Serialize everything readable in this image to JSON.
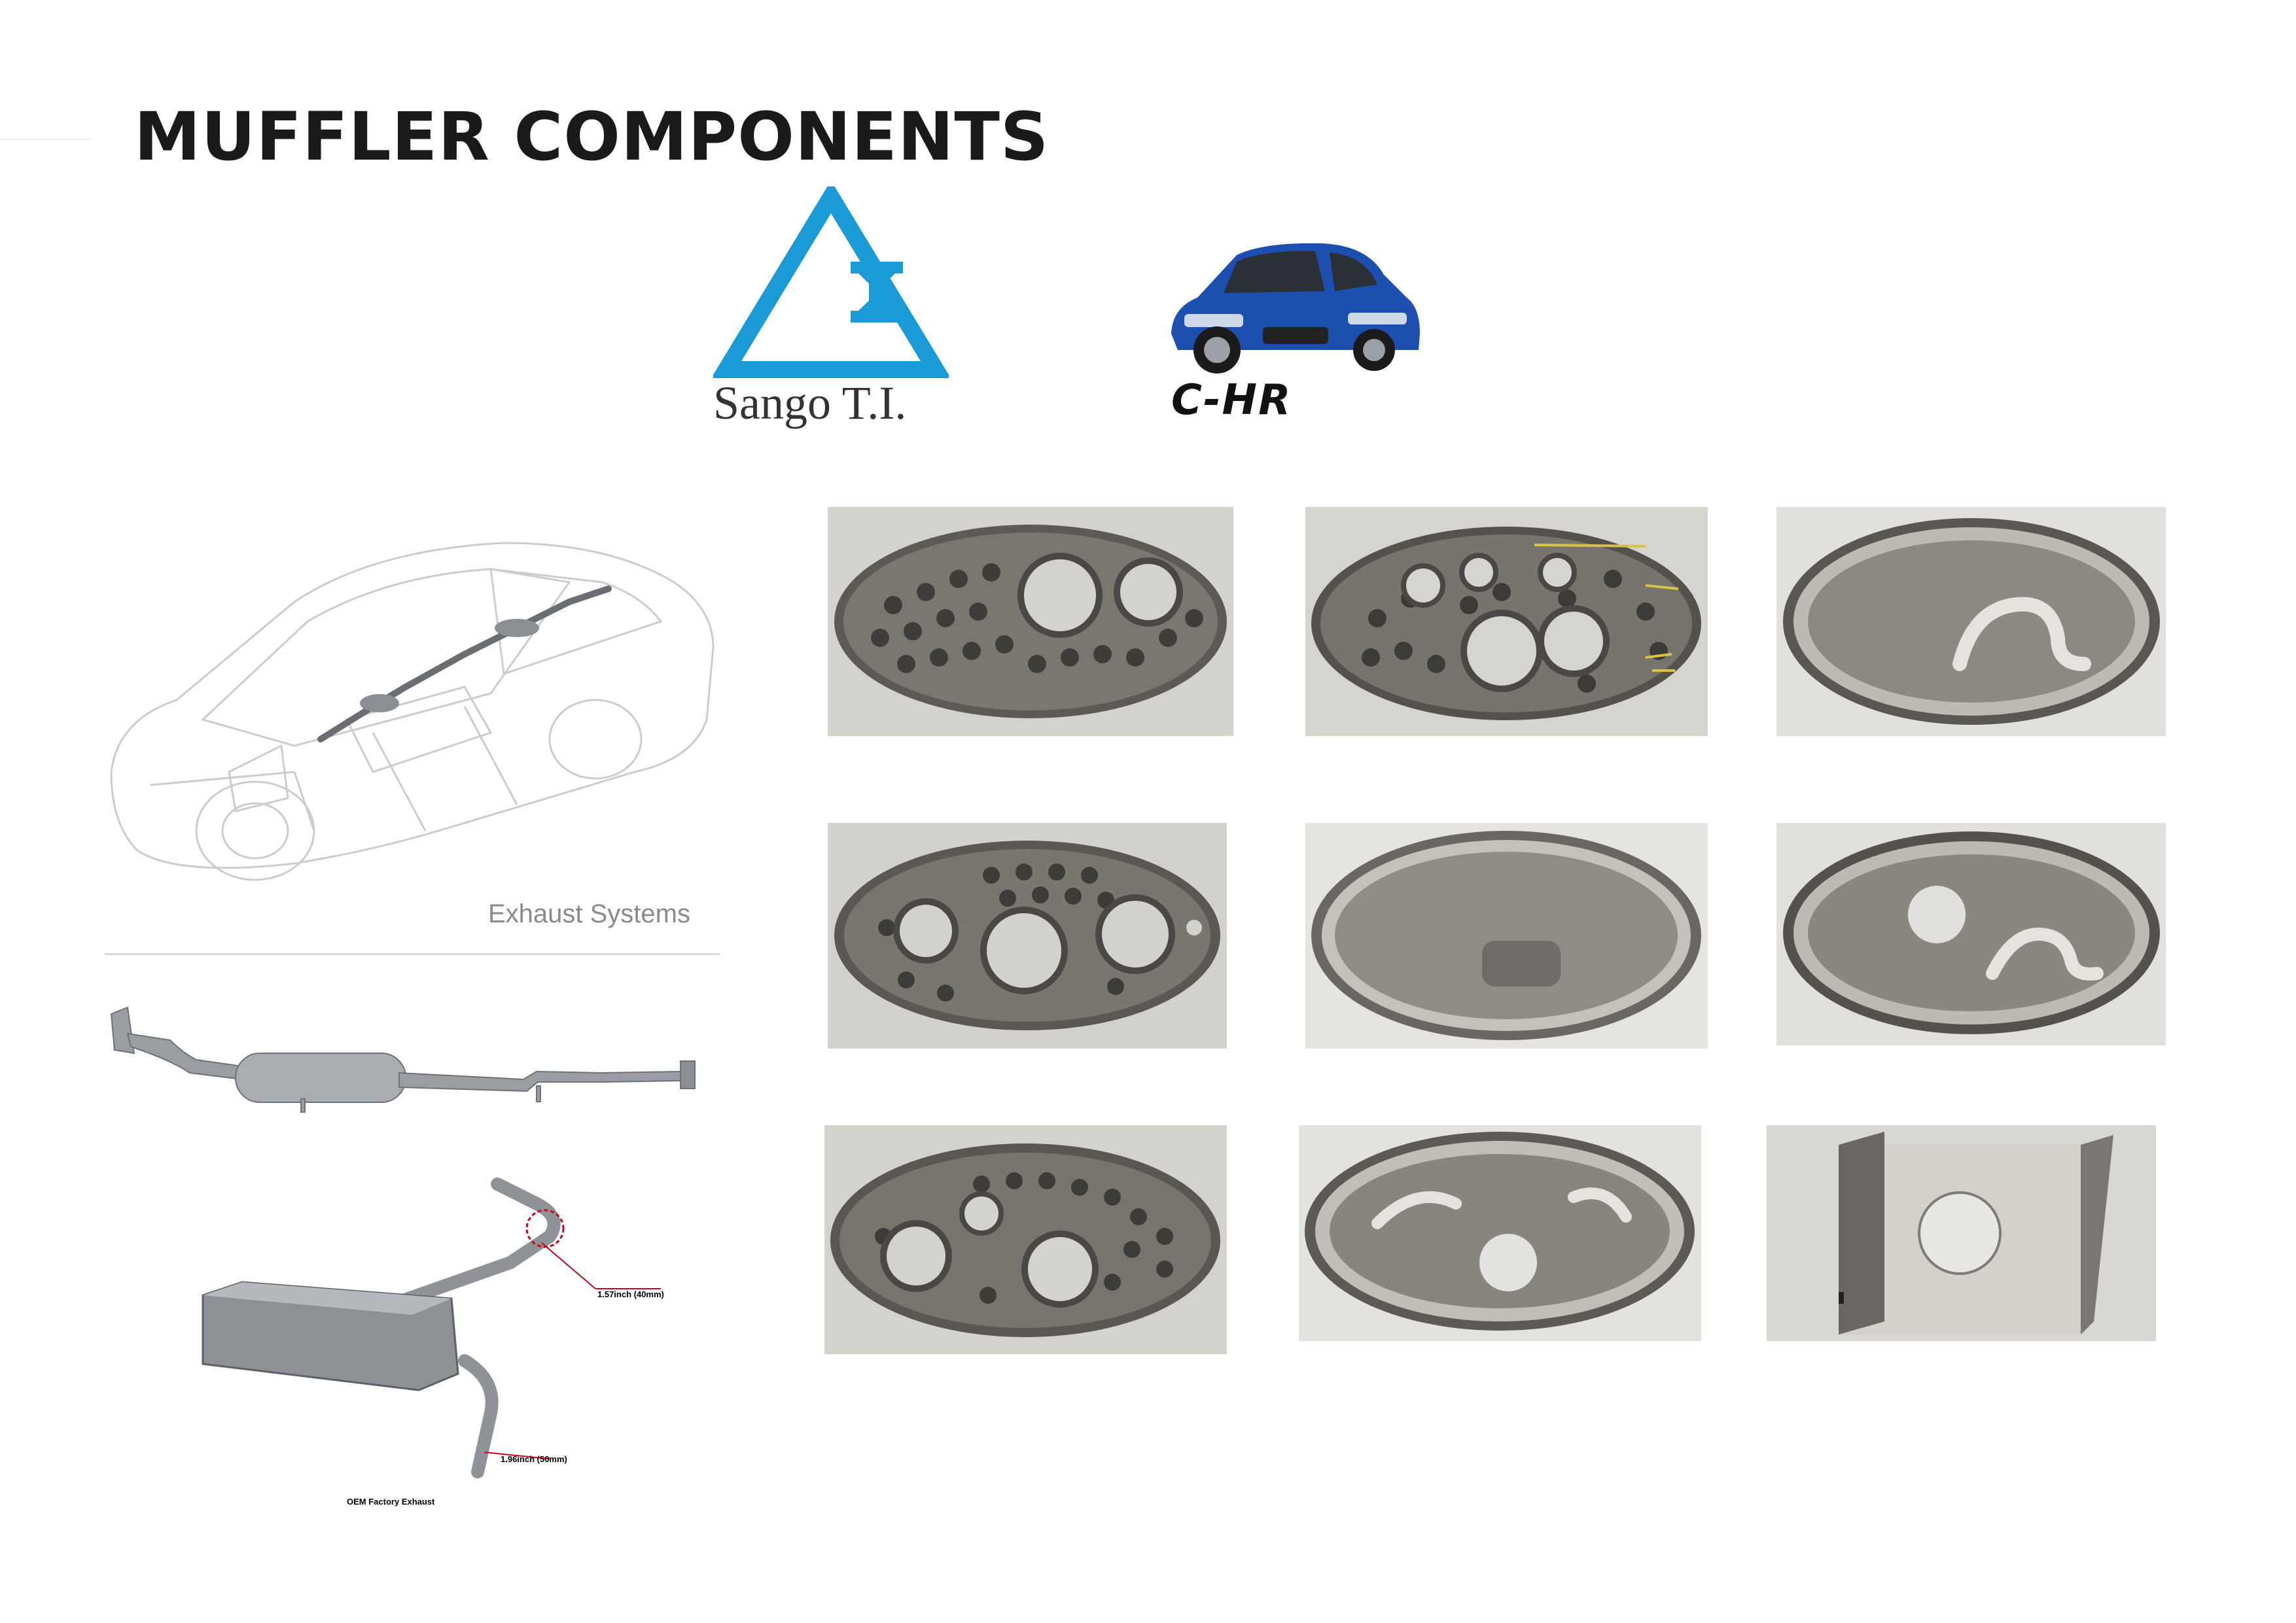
{
  "title": "MUFFLER COMPONENTS",
  "logos": {
    "sango": {
      "text": "Sango T.I.",
      "color": "#1a9ad6"
    },
    "model": {
      "text": "C-HR",
      "car_color": "#1d4fb0"
    }
  },
  "diagrams": {
    "car_caption": "Exhaust Systems",
    "exhaust_label_1": "1.57inch (40mm)",
    "exhaust_label_2": "1.96inch (50mm)",
    "exhaust_caption": "OEM Factory Exhaust"
  },
  "components": [
    {
      "name": "perforated-baffle-plate-1"
    },
    {
      "name": "perforated-baffle-plate-2"
    },
    {
      "name": "end-cap-shell-1"
    },
    {
      "name": "perforated-baffle-plate-3"
    },
    {
      "name": "end-cap-shell-2"
    },
    {
      "name": "end-cap-shell-3"
    },
    {
      "name": "perforated-baffle-plate-4"
    },
    {
      "name": "end-cap-shell-4"
    },
    {
      "name": "mounting-bracket"
    }
  ]
}
